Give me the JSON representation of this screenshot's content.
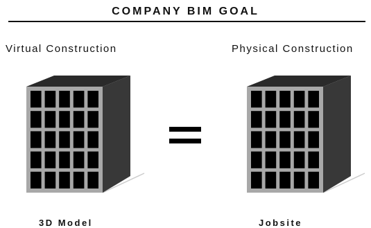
{
  "header": {
    "title": "COMPANY BIM GOAL"
  },
  "left": {
    "label": "Virtual Construction",
    "caption": "3D Model"
  },
  "right": {
    "label": "Physical Construction",
    "caption": "Jobsite"
  },
  "operator": "equals",
  "building": {
    "rows": 5,
    "cols": 5
  },
  "colors": {
    "front_face": "#a8a8a8",
    "window": "#000000",
    "side_face": "#383838",
    "top_face": "#2a2a2a",
    "ground_line": "#cccccc"
  }
}
